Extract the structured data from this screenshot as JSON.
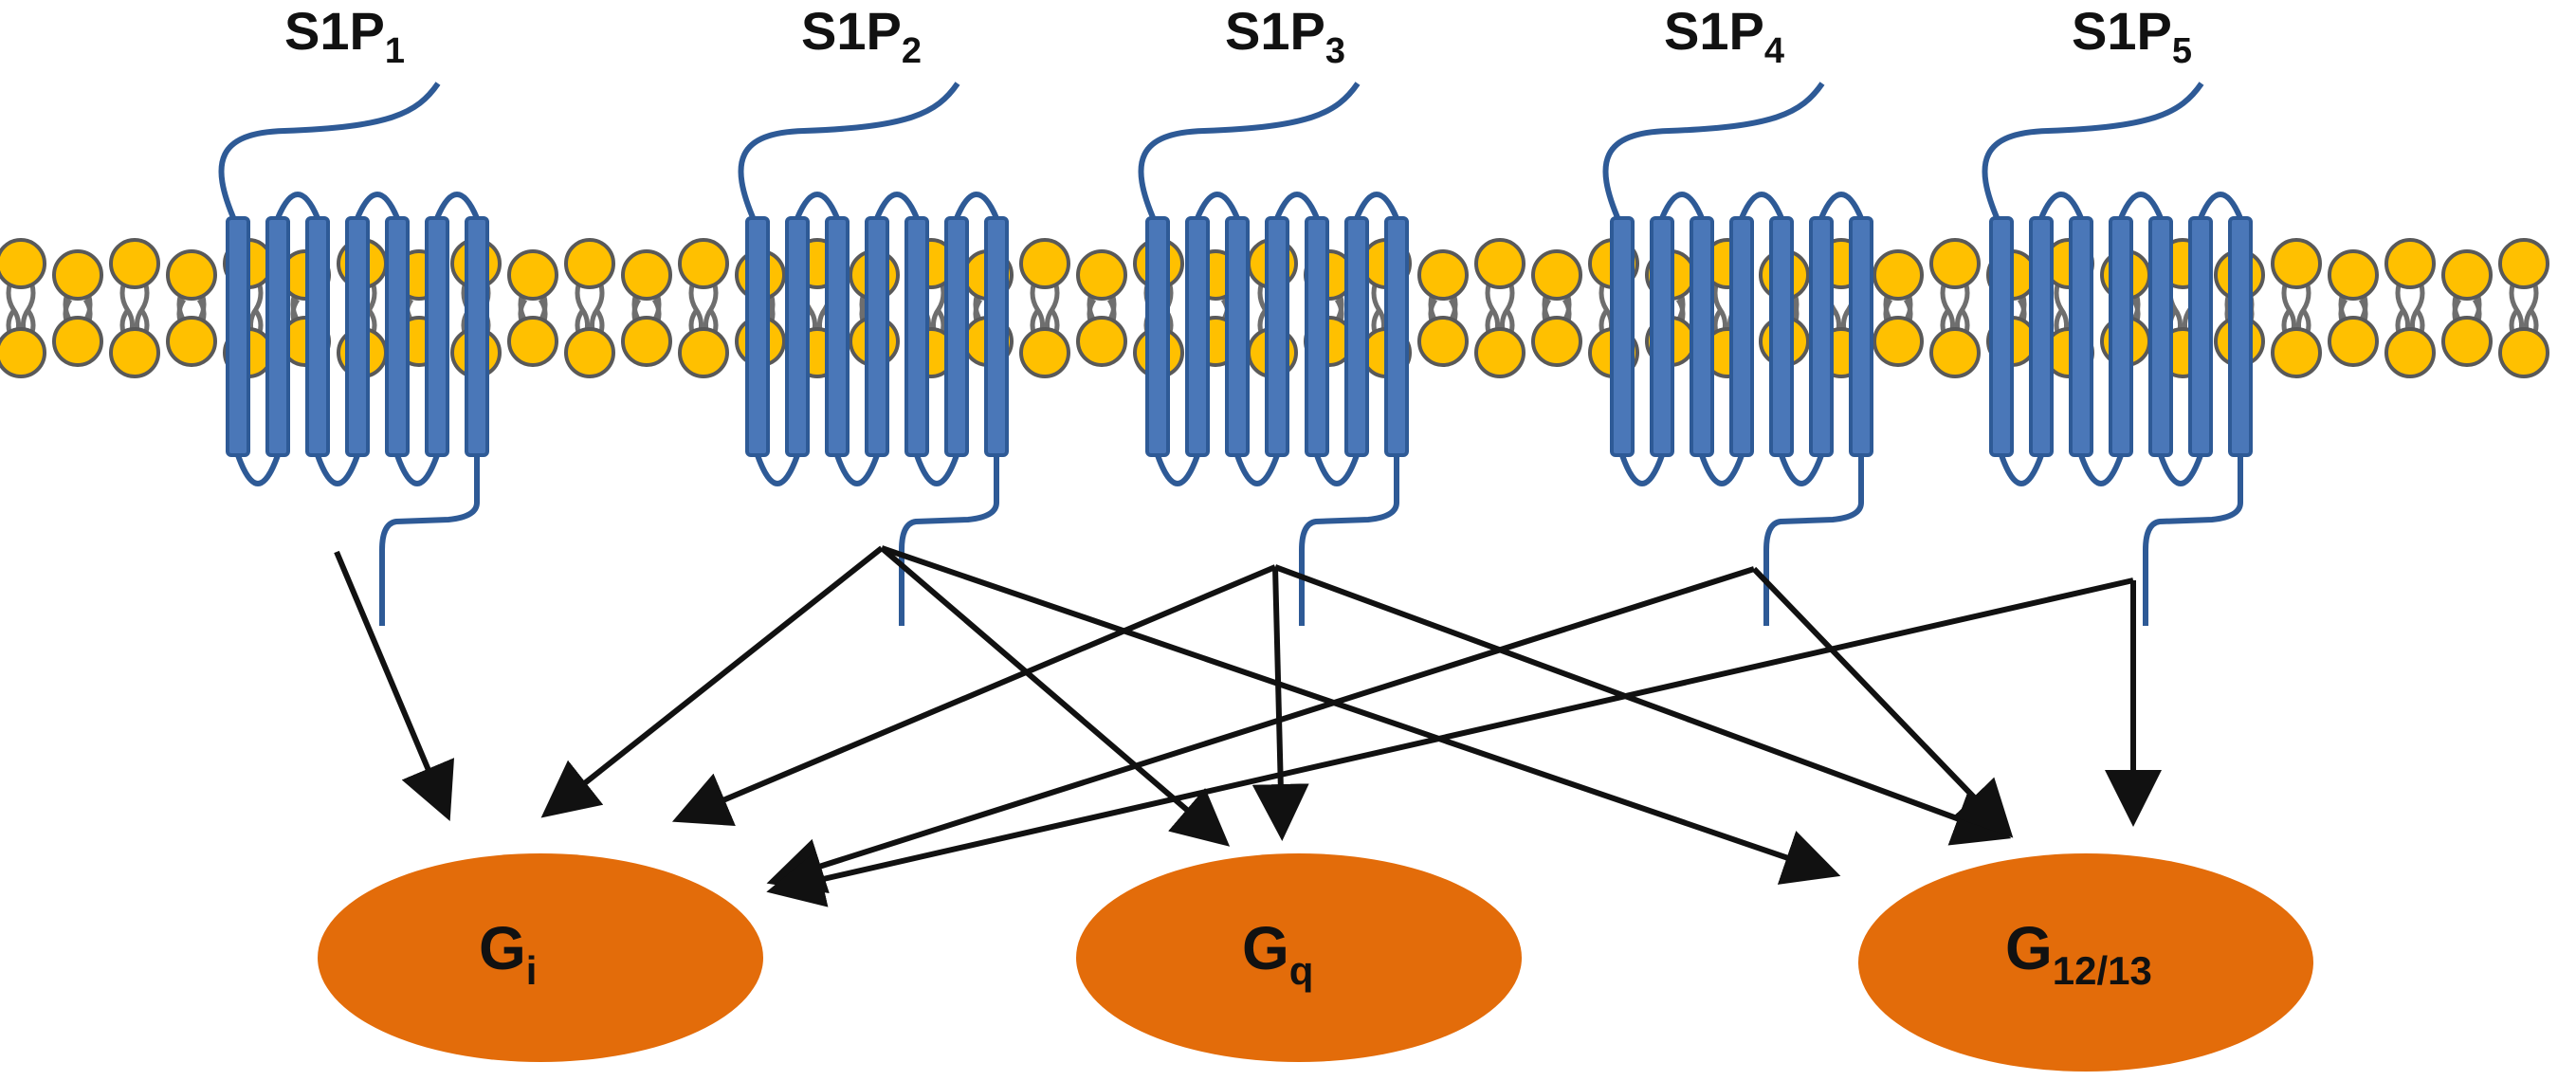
{
  "receptors": [
    {
      "id": "s1p1",
      "main": "S1P",
      "sub": "1",
      "targets": [
        "gi"
      ]
    },
    {
      "id": "s1p2",
      "main": "S1P",
      "sub": "2",
      "targets": [
        "gi",
        "gq",
        "g1213"
      ]
    },
    {
      "id": "s1p3",
      "main": "S1P",
      "sub": "3",
      "targets": [
        "gi",
        "gq",
        "g1213"
      ]
    },
    {
      "id": "s1p4",
      "main": "S1P",
      "sub": "4",
      "targets": [
        "gi",
        "g1213"
      ]
    },
    {
      "id": "s1p5",
      "main": "S1P",
      "sub": "5",
      "targets": [
        "gi",
        "g1213"
      ]
    }
  ],
  "gproteins": [
    {
      "id": "gi",
      "main": "G",
      "sub": "i"
    },
    {
      "id": "gq",
      "main": "G",
      "sub": "q"
    },
    {
      "id": "g1213",
      "main": "G",
      "sub": "12/13"
    }
  ],
  "colors": {
    "receptor_fill": "#4a77b8",
    "receptor_stroke": "#2e5a96",
    "lipid_head": "#ffc000",
    "lipid_outline": "#595959",
    "lipid_tail": "#6e6e6e",
    "gprotein": "#e36c0a",
    "arrow": "#111111"
  }
}
